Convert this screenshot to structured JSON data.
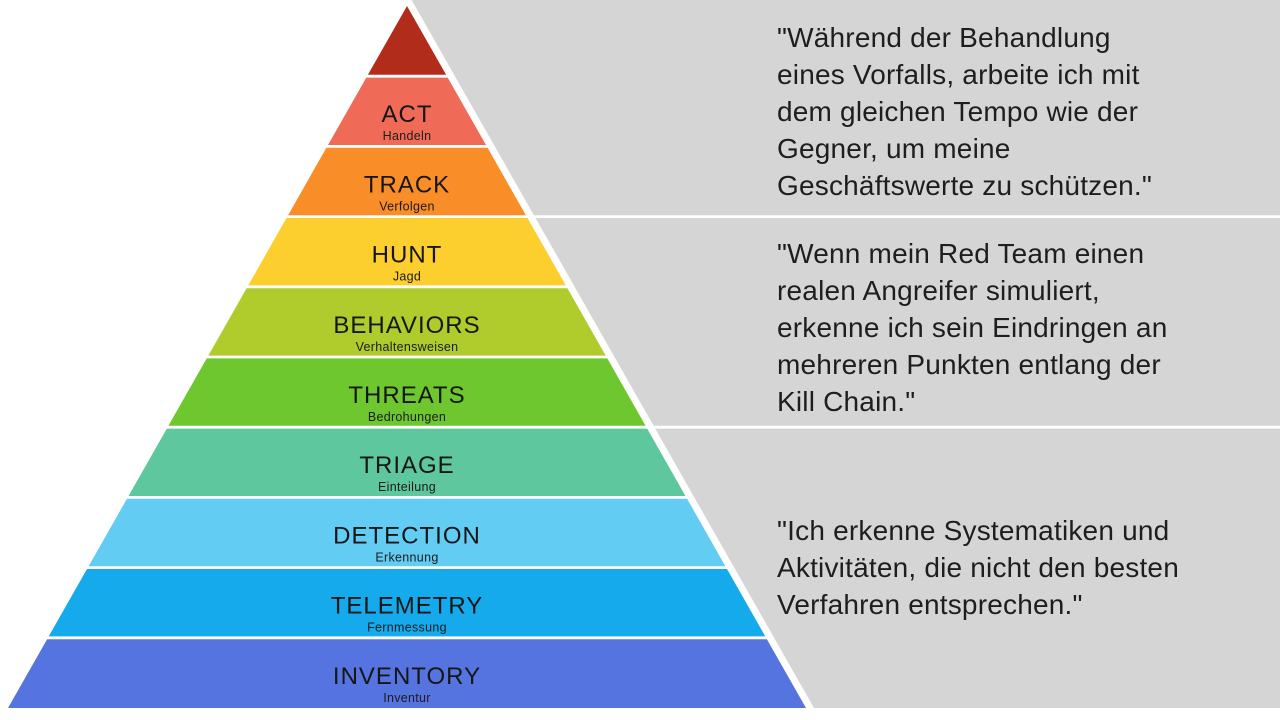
{
  "colors": {
    "panel_gray": "#D5D5D5",
    "quote_text": "#1E1E1E",
    "pyramid_label": "#161616",
    "layer_divider": "#FFFFFF"
  },
  "pyramid": {
    "layers": [
      {
        "id": "apex",
        "label": "",
        "sublabel": "",
        "color": "#B22C1C"
      },
      {
        "id": "act",
        "label": "ACT",
        "sublabel": "Handeln",
        "color": "#EF6B58"
      },
      {
        "id": "track",
        "label": "TRACK",
        "sublabel": "Verfolgen",
        "color": "#F98D27"
      },
      {
        "id": "hunt",
        "label": "HUNT",
        "sublabel": "Jagd",
        "color": "#FCCF2E"
      },
      {
        "id": "behaviors",
        "label": "BEHAVIORS",
        "sublabel": "Verhaltensweisen",
        "color": "#B0CB2C"
      },
      {
        "id": "threats",
        "label": "THREATS",
        "sublabel": "Bedrohungen",
        "color": "#6FC72F"
      },
      {
        "id": "triage",
        "label": "TRIAGE",
        "sublabel": "Einteilung",
        "color": "#5EC79E"
      },
      {
        "id": "detection",
        "label": "DETECTION",
        "sublabel": "Erkennung",
        "color": "#63CCF2"
      },
      {
        "id": "telemetry",
        "label": "TELEMETRY",
        "sublabel": "Fernmessung",
        "color": "#14AAEB"
      },
      {
        "id": "inventory",
        "label": "INVENTORY",
        "sublabel": "Inventur",
        "color": "#5674E0"
      }
    ]
  },
  "quotes": [
    {
      "text": "\"Während der Behandlung\neines Vorfalls, arbeite ich mit\ndem gleichen Tempo wie der\nGegner, um meine\nGeschäftswerte zu schützen.\""
    },
    {
      "text": "\"Wenn mein Red Team einen\nrealen Angreifer simuliert,\nerkenne ich sein Eindringen an\nmehreren Punkten entlang der\nKill Chain.\""
    },
    {
      "text": "\"Ich erkenne Systematiken und\nAktivitäten, die nicht den besten\nVerfahren entsprechen.\""
    }
  ]
}
